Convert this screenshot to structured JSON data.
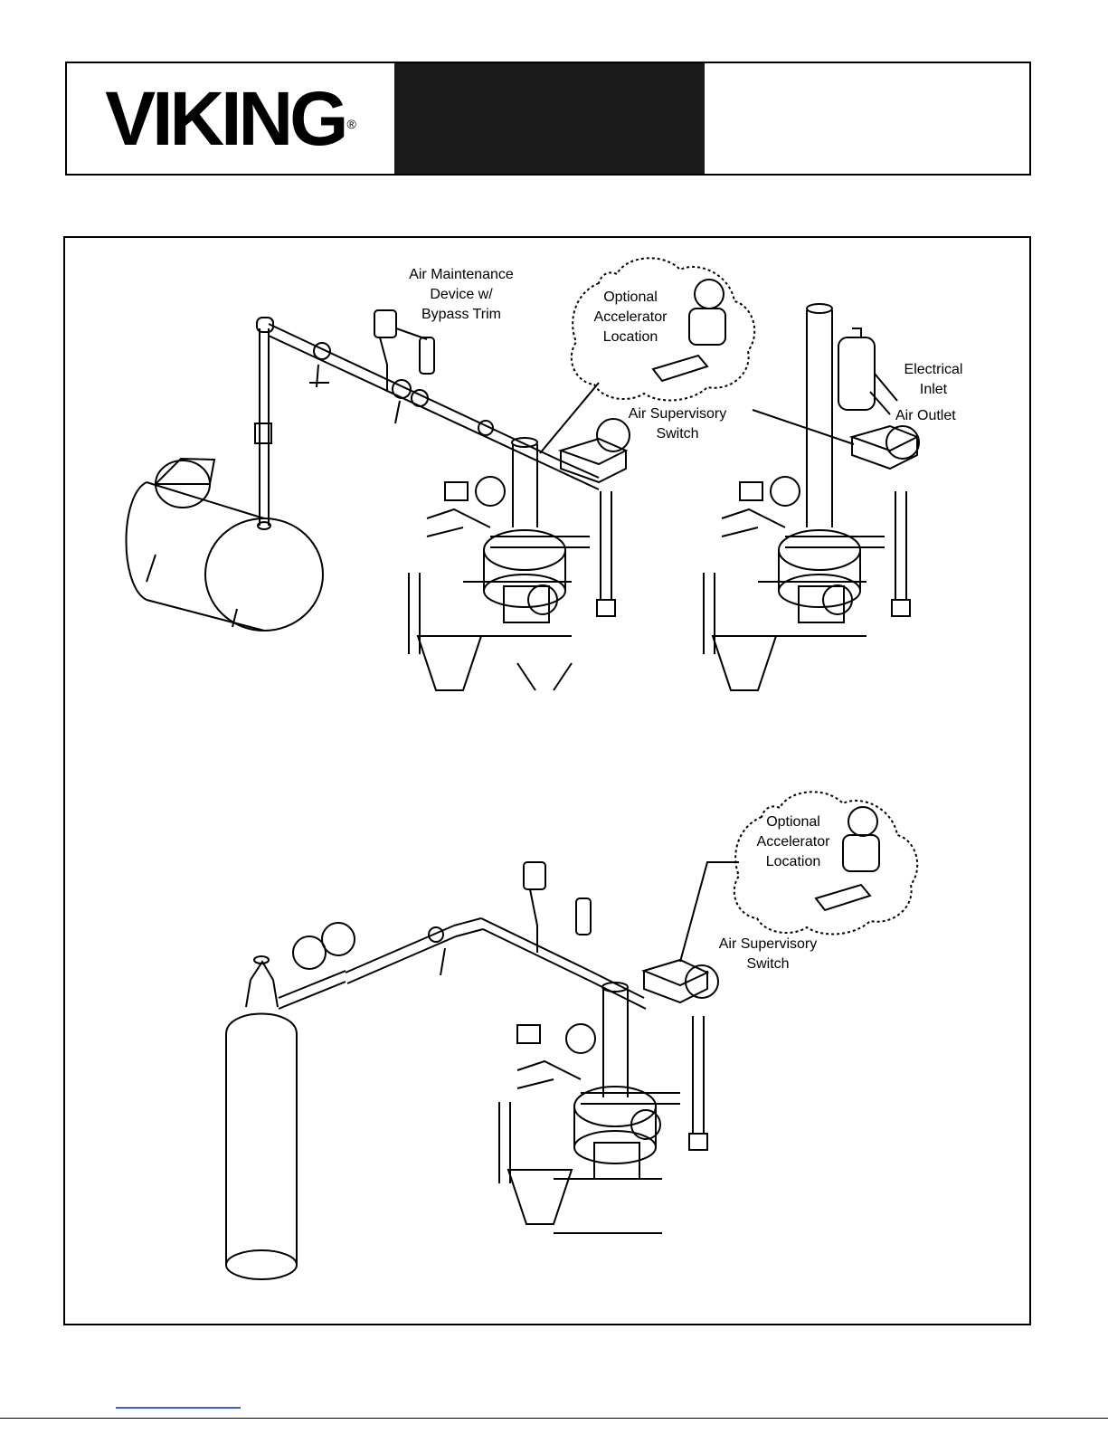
{
  "header": {
    "logo_text": "VIKING",
    "logo_reg": "®"
  },
  "figure": {
    "top": {
      "air_maintenance": "Air Maintenance\nDevice w/\nBypass Trim",
      "optional_accel": "Optional\nAccelerator\nLocation",
      "air_supervisory": "Air Supervisory\nSwitch",
      "electrical_inlet": "Electrical\nInlet",
      "air_outlet": "Air Outlet"
    },
    "bottom": {
      "optional_accel": "Optional\nAccelerator\nLocation",
      "air_supervisory": "Air Supervisory\nSwitch"
    }
  }
}
